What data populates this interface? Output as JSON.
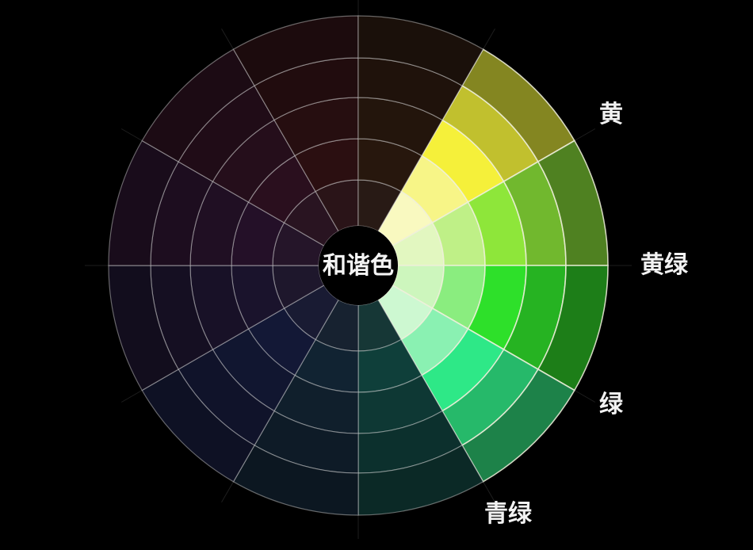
{
  "center": {
    "label": "和谐色"
  },
  "hue_labels": [
    {
      "key": "yellow",
      "text": "黄"
    },
    {
      "key": "yellow-green",
      "text": "黄绿"
    },
    {
      "key": "green",
      "text": "绿"
    },
    {
      "key": "cyan-green",
      "text": "青绿"
    }
  ],
  "colors": {
    "background": "#000000",
    "ring_lines": "#cfcfcf",
    "center_hole": "#000000"
  },
  "wheel": {
    "sectors": 12,
    "rings": 5,
    "highlighted_hues": [
      "yellow",
      "yellow-green",
      "green",
      "cyan-green"
    ],
    "hue_sequence": [
      {
        "hue": "yellow",
        "base": "#f5f03a",
        "bright": true
      },
      {
        "hue": "yellow-green",
        "base": "#8ee63a",
        "bright": true
      },
      {
        "hue": "green",
        "base": "#2ee02a",
        "bright": true
      },
      {
        "hue": "cyan-green",
        "base": "#2ee887",
        "bright": true
      },
      {
        "hue": "cyan",
        "base": "#0a3a34",
        "bright": false
      },
      {
        "hue": "blue-cyan",
        "base": "#0c1e2c",
        "bright": false
      },
      {
        "hue": "blue",
        "base": "#0e1430",
        "bright": false
      },
      {
        "hue": "blue-violet",
        "base": "#150f26",
        "bright": false
      },
      {
        "hue": "violet",
        "base": "#1f0c22",
        "bright": false
      },
      {
        "hue": "red-violet",
        "base": "#240b18",
        "bright": false
      },
      {
        "hue": "red",
        "base": "#250b0c",
        "bright": false
      },
      {
        "hue": "orange",
        "base": "#221308",
        "bright": false
      }
    ]
  }
}
